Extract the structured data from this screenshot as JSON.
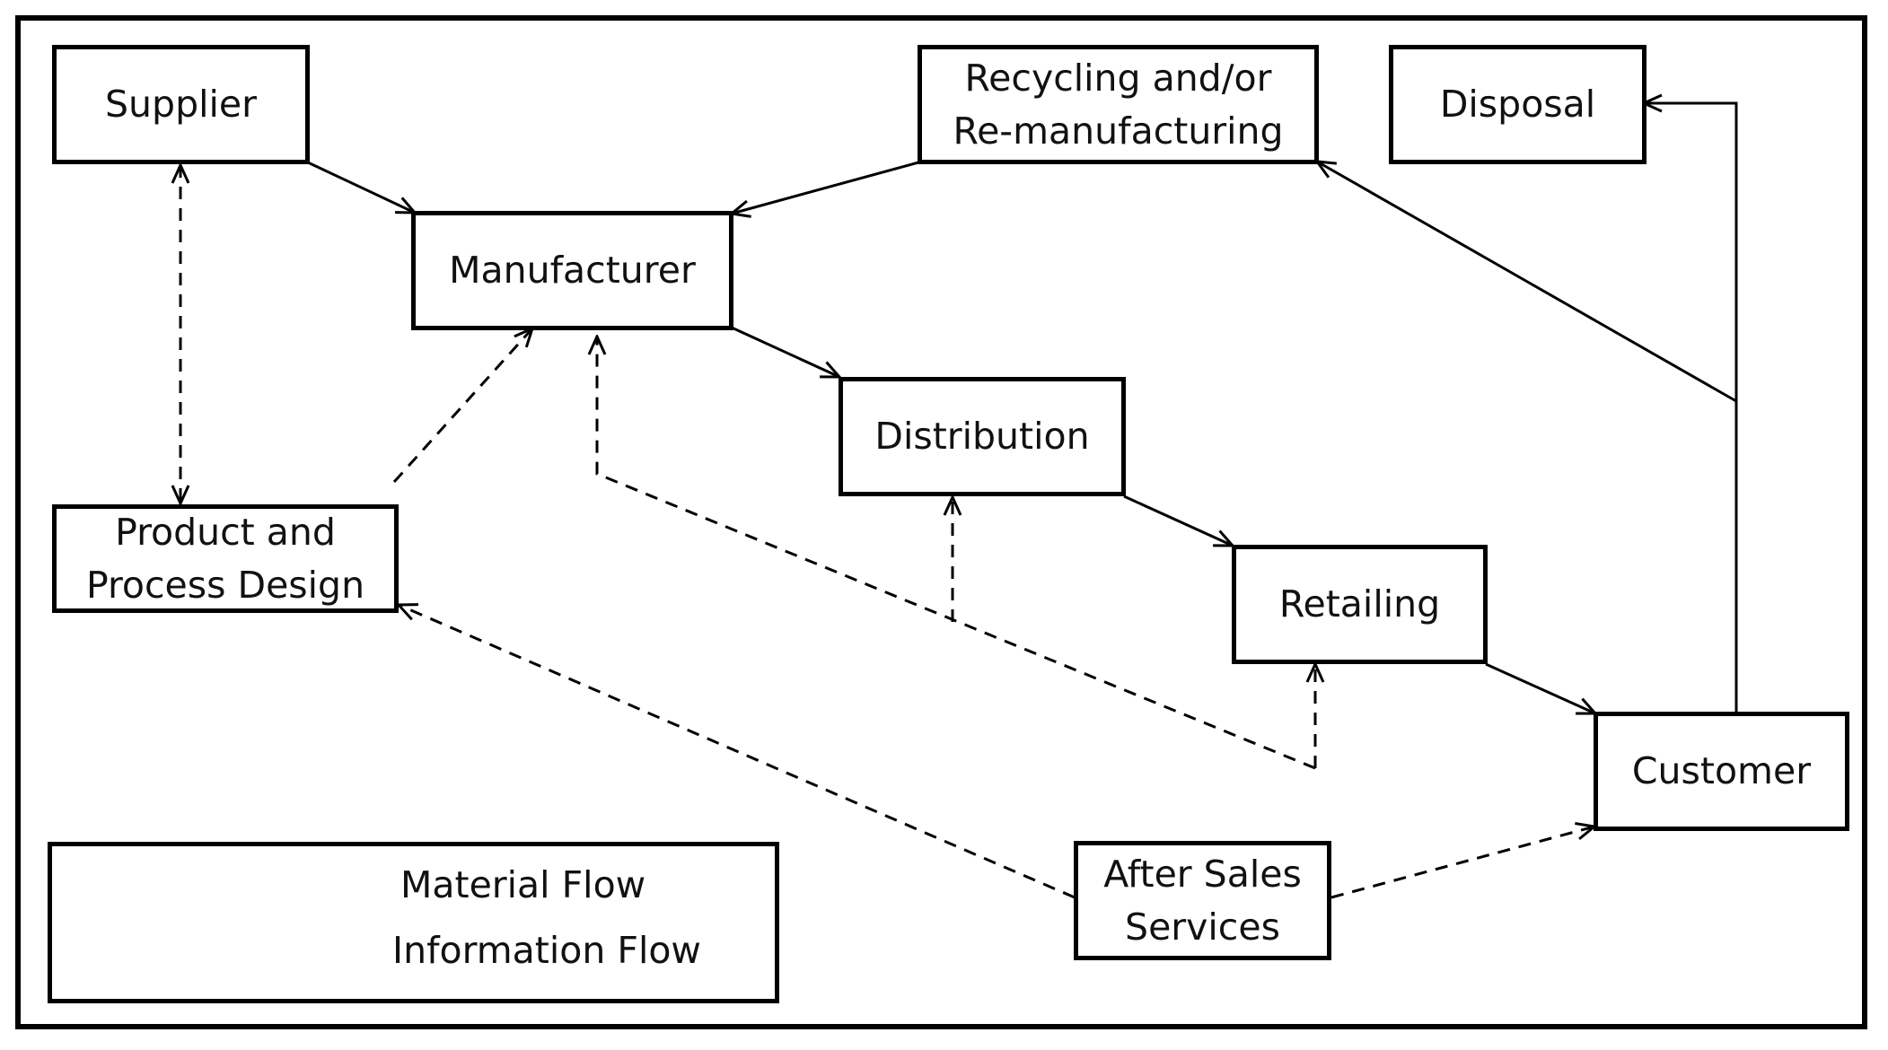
{
  "nodes": {
    "supplier": "Supplier",
    "manufacturer": "Manufacturer",
    "recycling": "Recycling and/or\nRe-manufacturing",
    "disposal": "Disposal",
    "product_design": "Product and\nProcess Design",
    "distribution": "Distribution",
    "retailing": "Retailing",
    "customer": "Customer",
    "after_sales": "After Sales\nServices"
  },
  "legend": {
    "material_flow": "Material Flow",
    "information_flow": "Information Flow"
  }
}
